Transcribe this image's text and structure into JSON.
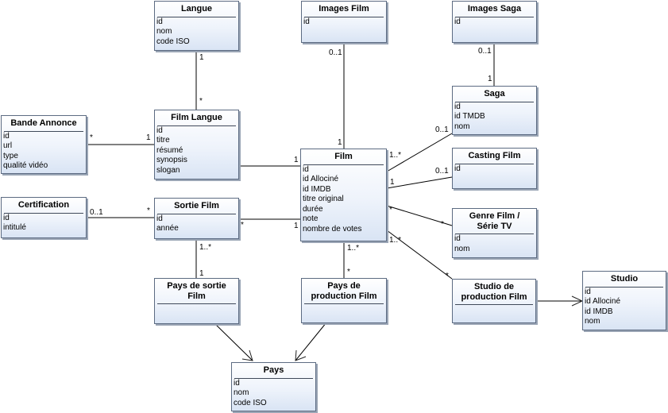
{
  "classes": {
    "langue": {
      "name": "Langue",
      "attributes": [
        "id",
        "nom",
        "code ISO"
      ]
    },
    "images_film": {
      "name": "Images Film",
      "attributes": [
        "id"
      ]
    },
    "images_saga": {
      "name": "Images Saga",
      "attributes": [
        "id"
      ]
    },
    "bande_annonce": {
      "name": "Bande Annonce",
      "attributes": [
        "id",
        "url",
        "type",
        "qualité vidéo"
      ]
    },
    "film_langue": {
      "name": "Film Langue",
      "attributes": [
        "id",
        "titre",
        "résumé",
        "synopsis",
        "slogan"
      ]
    },
    "saga": {
      "name": "Saga",
      "attributes": [
        "id",
        "id TMDB",
        "nom"
      ]
    },
    "film": {
      "name": "Film",
      "attributes": [
        "id",
        "id Allociné",
        "id IMDB",
        "titre original",
        "durée",
        "note",
        "nombre de votes"
      ]
    },
    "casting_film": {
      "name": "Casting Film",
      "attributes": [
        "id"
      ]
    },
    "certification": {
      "name": "Certification",
      "attributes": [
        "id",
        "intitulé"
      ]
    },
    "sortie_film": {
      "name": "Sortie Film",
      "attributes": [
        "id",
        "année"
      ]
    },
    "genre_film": {
      "name_line1": "Genre Film /",
      "name_line2": "Série TV",
      "attributes": [
        "id",
        "nom"
      ]
    },
    "pays_sortie": {
      "name_line1": "Pays de sortie",
      "name_line2": "Film"
    },
    "pays_production": {
      "name_line1": "Pays de",
      "name_line2": "production Film"
    },
    "studio_production": {
      "name_line1": "Studio de",
      "name_line2": "production Film"
    },
    "studio": {
      "name": "Studio",
      "attributes": [
        "id",
        "id Allociné",
        "id IMDB",
        "nom"
      ]
    },
    "pays": {
      "name": "Pays",
      "attributes": [
        "id",
        "nom",
        "code ISO"
      ]
    }
  },
  "multiplicities": {
    "langue_top": "1",
    "langue_bottom": "*",
    "imagesfilm_top": "0..1",
    "imagesfilm_bottom": "1",
    "imagessaga_top": "0..1",
    "imagessaga_bottom": "1",
    "bande_left": "*",
    "bande_right": "1",
    "filmlangue_right": "1",
    "saga_film_near_saga": "0..1",
    "saga_film_near_film": "1..*",
    "casting_near_casting": "0..1",
    "casting_near_film": "1",
    "cert_near_cert": "0..1",
    "cert_near_sortie": "*",
    "sortie_near_sortie": "*",
    "sortie_near_film": "1",
    "sortie_down_top": "1..*",
    "sortie_down_bottom": "1",
    "genre_near_film": "*",
    "genre_near_genre": "*",
    "paysprod_top": "1..*",
    "paysprod_bottom": "*",
    "studio_near_film": "1..*",
    "studio_near_studio": "*"
  }
}
